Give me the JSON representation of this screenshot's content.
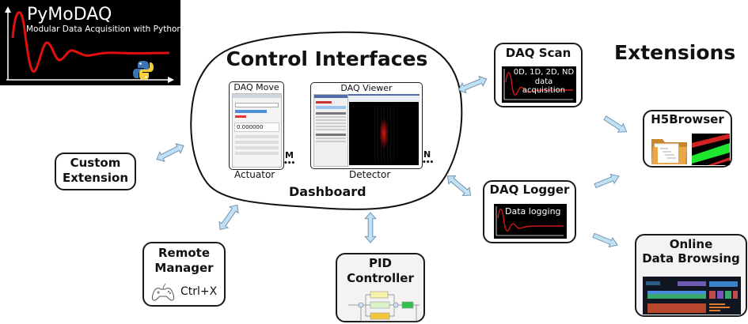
{
  "logo": {
    "name": "PyMoDAQ",
    "tagline": "Modular Data Acquisition with Python"
  },
  "dashboard": {
    "title": "Control Interfaces",
    "label": "Dashboard",
    "actuator": {
      "window_title": "DAQ Move",
      "caption": "Actuator",
      "multiplicity": "M",
      "value_readout": "0.000000"
    },
    "detector": {
      "window_title": "DAQ Viewer",
      "caption": "Detector",
      "multiplicity": "N"
    },
    "ellipsis": "•••"
  },
  "extensions": {
    "heading": "Extensions",
    "daq_scan": {
      "title": "DAQ Scan",
      "caption": "0D, 1D, 2D, ND data acquisition"
    },
    "daq_logger": {
      "title": "DAQ Logger",
      "caption": "Data logging"
    },
    "h5browser": {
      "title": "H5Browser"
    },
    "online_browsing": {
      "title_line1": "Online",
      "title_line2": "Data Browsing"
    },
    "custom": {
      "title_line1": "Custom",
      "title_line2": "Extension"
    },
    "remote_manager": {
      "title_line1": "Remote",
      "title_line2": "Manager",
      "shortcut": "Ctrl+X"
    },
    "pid": {
      "title_line1": "PID",
      "title_line2": "Controller"
    }
  },
  "colors": {
    "signal_red": "#e01010",
    "arrow_fill": "#bfe0f5",
    "arrow_stroke": "#6e8fa6",
    "plot_bg": "#000000",
    "box_border": "#1a1a1a"
  }
}
